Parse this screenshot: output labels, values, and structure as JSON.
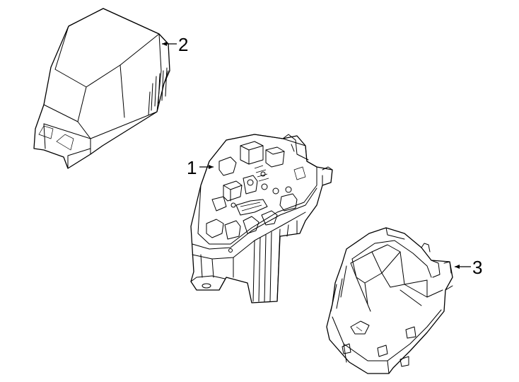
{
  "callouts": [
    {
      "id": "relay-box",
      "number": "1"
    },
    {
      "id": "upper-cover",
      "number": "2"
    },
    {
      "id": "lower-cover",
      "number": "3"
    }
  ],
  "colors": {
    "line": "#000000",
    "background": "#ffffff"
  }
}
